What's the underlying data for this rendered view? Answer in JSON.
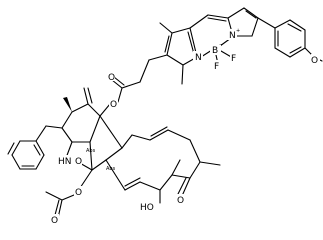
{
  "labels": {
    "n_plus": "N",
    "plus": "+",
    "n_bodipy": "N",
    "b_minus": "B",
    "minus": "−",
    "f_top": "F",
    "f_bottom": "F",
    "o_ester_carbonyl": "O",
    "o_ester": "O",
    "o_methoxy": "O",
    "hn": "HN",
    "o_lactam": "O",
    "o_acetate_oxy": "O",
    "o_acetate_carbonyl": "O",
    "ho": "HO",
    "o_ketone": "O",
    "abs_1": "Abs",
    "abs_2": "Abs"
  }
}
